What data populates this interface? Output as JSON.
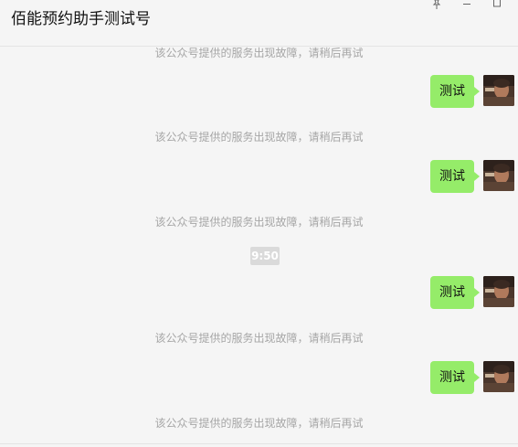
{
  "window": {
    "title": "佰能预约助手测试号",
    "controls": [
      "pin-icon",
      "minimize-icon",
      "maximize-icon"
    ]
  },
  "messages": [
    {
      "type": "system",
      "text": "该公众号提供的服务出现故障，请稍后再试"
    },
    {
      "type": "sent",
      "text": "测试",
      "avatar": "user-avatar"
    },
    {
      "type": "system",
      "text": "该公众号提供的服务出现故障，请稍后再试"
    },
    {
      "type": "sent",
      "text": "测试",
      "avatar": "user-avatar"
    },
    {
      "type": "system",
      "text": "该公众号提供的服务出现故障，请稍后再试"
    },
    {
      "type": "time",
      "text": "9:50"
    },
    {
      "type": "sent",
      "text": "测试",
      "avatar": "user-avatar"
    },
    {
      "type": "system",
      "text": "该公众号提供的服务出现故障，请稍后再试"
    },
    {
      "type": "sent",
      "text": "测试",
      "avatar": "user-avatar"
    },
    {
      "type": "system",
      "text": "该公众号提供的服务出现故障，请稍后再试"
    }
  ],
  "colors": {
    "background": "#f5f5f5",
    "bubble": "#95ec69",
    "notice_text": "#a6a6a6",
    "time_badge": "#dadada"
  }
}
